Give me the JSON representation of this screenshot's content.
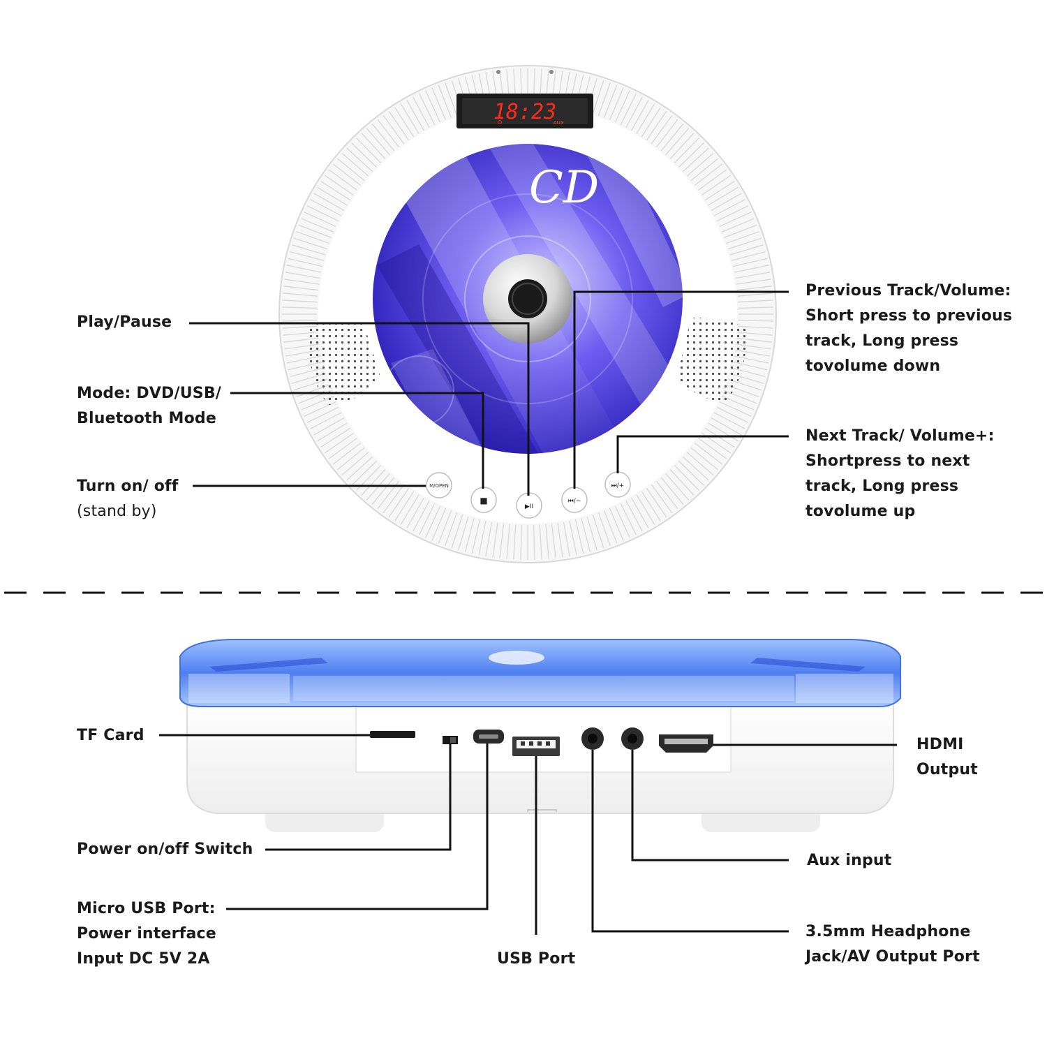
{
  "display": {
    "time": "18:23",
    "mode": "AUX"
  },
  "disc_label": "CD",
  "buttons": {
    "mode_open": "M/OPEN",
    "stop": "■",
    "play_pause": "▶II",
    "prev_vol": "⏮/−",
    "next_vol": "⏭/+"
  },
  "top_labels": {
    "play_pause": [
      "Play/Pause"
    ],
    "mode": [
      "Mode: DVD/USB/",
      "Bluetooth Mode"
    ],
    "power": [
      "Turn on/ off",
      "(stand by)"
    ],
    "previous": [
      "Previous Track/Volume:",
      "Short press to previous",
      "track, Long press",
      "tovolume down"
    ],
    "next": [
      "Next Track/ Volume+:",
      "Shortpress to next",
      "track, Long press",
      "tovolume up"
    ]
  },
  "bottom_labels": {
    "tf_card": [
      "TF Card"
    ],
    "power_switch": [
      "Power on/off Switch"
    ],
    "micro_usb": [
      "Micro USB Port:",
      "Power interface",
      "Input DC 5V 2A"
    ],
    "usb": [
      "USB Port"
    ],
    "hdmi": [
      "HDMI",
      "Output"
    ],
    "aux": [
      "Aux input"
    ],
    "headphone": [
      "3.5mm Headphone",
      "Jack/AV Output Port"
    ]
  },
  "colors": {
    "disc_blue": "#4a3fd6",
    "led_red": "#ff2a1a",
    "lid_blue": "#5b8ff0",
    "line": "#111111"
  }
}
